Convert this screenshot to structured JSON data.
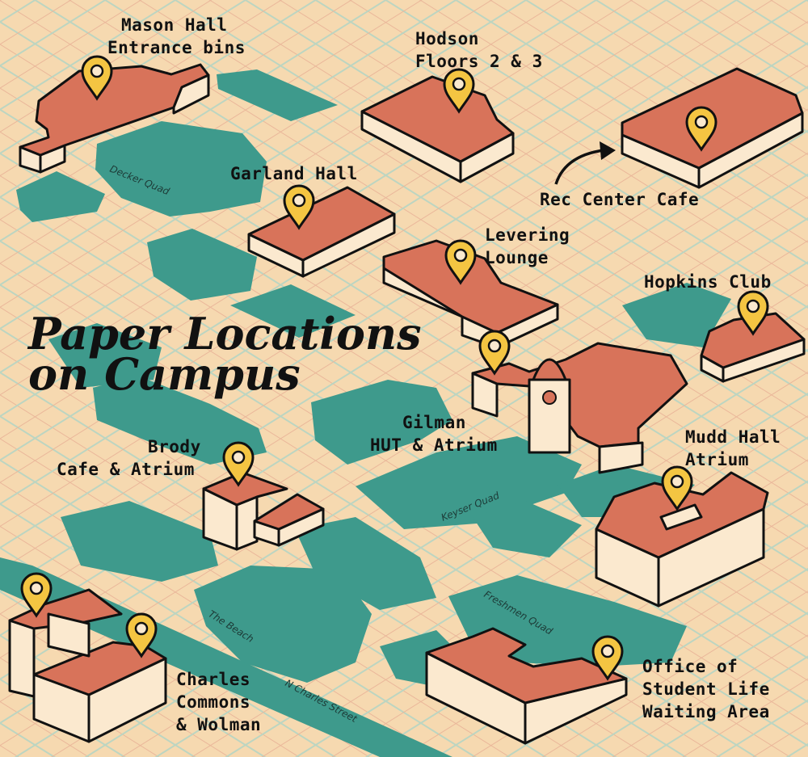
{
  "map": {
    "title": [
      "Paper Locations",
      "on Campus"
    ],
    "colors": {
      "background": "#f6d9b0",
      "grid_orange": "#eab79a",
      "grid_teal": "#bcd5c1",
      "green": "#3e9a8c",
      "building": "#d8735a",
      "pin": "#f4c542"
    },
    "areas": [
      {
        "name": "Decker Quad"
      },
      {
        "name": "Keyser Quad"
      },
      {
        "name": "The Beach"
      },
      {
        "name": "Freshmen Quad"
      },
      {
        "name": "N Charles Street"
      }
    ],
    "locations": [
      {
        "label": [
          "Mason Hall",
          "Entrance bins"
        ],
        "pin": "location-pin-icon"
      },
      {
        "label": [
          "Hodson",
          "Floors 2 & 3"
        ],
        "pin": "location-pin-icon"
      },
      {
        "label": [
          "Garland Hall"
        ],
        "pin": "location-pin-icon"
      },
      {
        "label": [
          "Rec Center Cafe"
        ],
        "pin": "location-pin-icon"
      },
      {
        "label": [
          "Levering",
          "Lounge"
        ],
        "pin": "location-pin-icon"
      },
      {
        "label": [
          "Hopkins Club"
        ],
        "pin": "location-pin-icon"
      },
      {
        "label": [
          "Gilman",
          "HUT & Atrium"
        ],
        "pin": "location-pin-icon"
      },
      {
        "label": [
          "Brody",
          "Cafe & Atrium"
        ],
        "pin": "location-pin-icon"
      },
      {
        "label": [
          "Mudd Hall",
          "Atrium"
        ],
        "pin": "location-pin-icon"
      },
      {
        "label": [
          "Office of",
          "Student Life",
          "Waiting Area"
        ],
        "pin": "location-pin-icon"
      },
      {
        "label": [
          "Charles",
          "Commons",
          "& Wolman"
        ],
        "pin": "location-pin-icon"
      }
    ]
  }
}
